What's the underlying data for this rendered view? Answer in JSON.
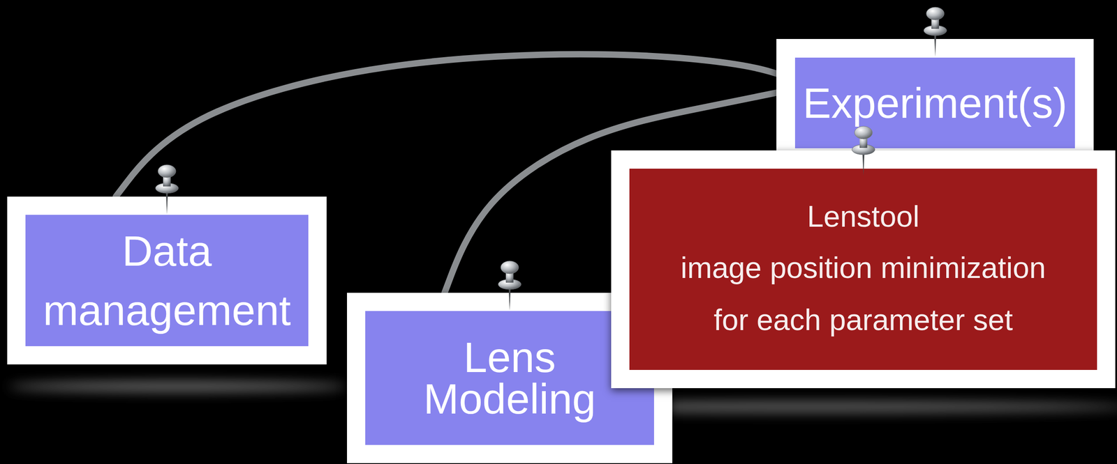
{
  "diagram": {
    "nodes": [
      {
        "text": [
          "Experiment(s)"
        ]
      },
      {
        "text": [
          "Data management"
        ]
      },
      {
        "text": [
          "Lens Modeling"
        ]
      },
      {
        "text": [
          "Lenstool",
          "image position minimization for each parameter set"
        ]
      }
    ],
    "edges": [
      {
        "from": 1,
        "to": 0,
        "arrow": "none"
      },
      {
        "from": 2,
        "to": 0,
        "arrow": "none"
      }
    ]
  }
}
